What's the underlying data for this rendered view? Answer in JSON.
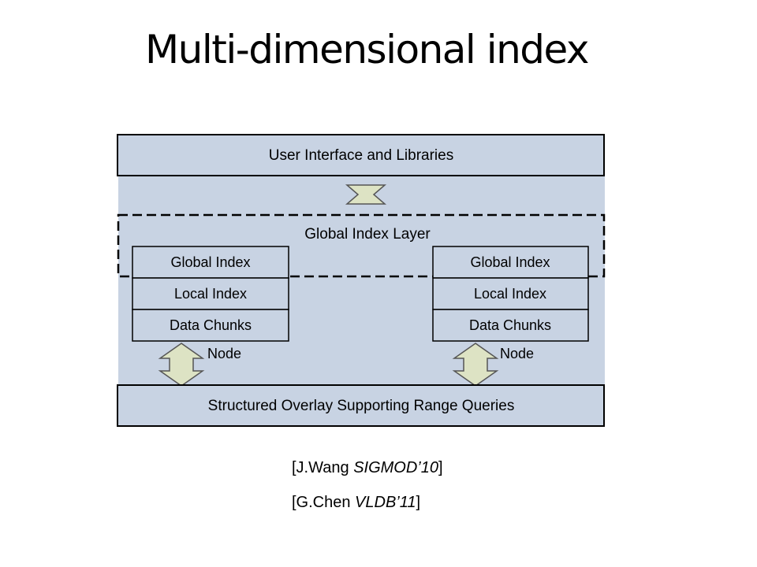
{
  "title": "Multi-dimensional index",
  "diagram": {
    "user_interface": "User Interface and Libraries",
    "global_index_layer": "Global Index Layer",
    "left_node": {
      "global_index": "Global Index",
      "local_index": "Local Index",
      "data_chunks": "Data Chunks",
      "label": "Node"
    },
    "right_node": {
      "global_index": "Global Index",
      "local_index": "Local Index",
      "data_chunks": "Data Chunks",
      "label": "Node"
    },
    "overlay": "Structured Overlay Supporting Range Queries"
  },
  "references": [
    {
      "open": "[J.Wang ",
      "venue": "SIGMOD’10",
      "close": "]"
    },
    {
      "open": "[G.Chen ",
      "venue": "VLDB’11",
      "close": "]"
    }
  ],
  "colors": {
    "panel": "#c8d3e3",
    "box": "#c8d3e3",
    "arrow_fill": "#dde3c4",
    "stroke": "#000000"
  }
}
